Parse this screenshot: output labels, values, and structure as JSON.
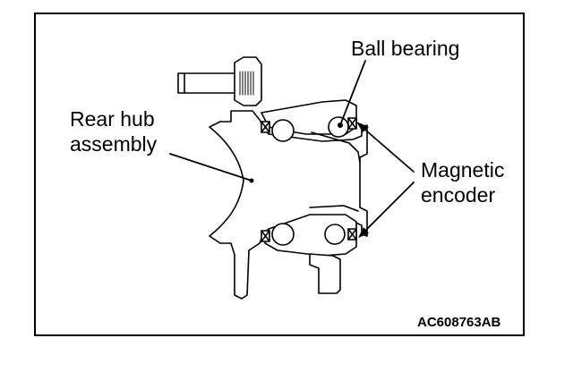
{
  "labels": {
    "ball_bearing": "Ball bearing",
    "rear_hub_line1": "Rear hub",
    "rear_hub_line2": "assembly",
    "magnetic_line1": "Magnetic",
    "magnetic_line2": "encoder"
  },
  "figure_code": "AC608763AB",
  "colors": {
    "line": "#000000",
    "background": "#ffffff"
  }
}
